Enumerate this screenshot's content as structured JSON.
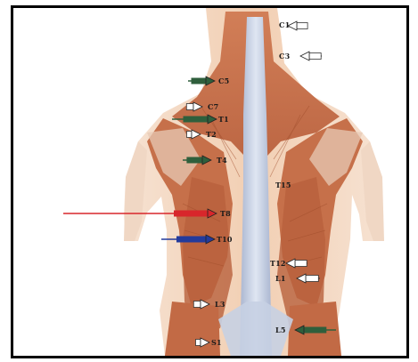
{
  "figure": {
    "subject": "posterior torso muscles with spinal level pointers",
    "colors": {
      "skin": "#f3d2b8",
      "muscle": "#c9714c",
      "muscle_dark": "#a2512f",
      "spine": "#b7c2da",
      "frame": "#000000",
      "needle_green": "#2f5f3c",
      "needle_red": "#d8262b",
      "needle_blue": "#233a9b",
      "needle_white": "#ffffff"
    }
  },
  "markers": [
    {
      "id": "c1",
      "label": "C1",
      "color": "white",
      "direction": "right"
    },
    {
      "id": "c3",
      "label": "C3",
      "color": "white",
      "direction": "right"
    },
    {
      "id": "c5",
      "label": "C5",
      "color": "green",
      "direction": "left"
    },
    {
      "id": "c7",
      "label": "C7",
      "color": "white",
      "direction": "left"
    },
    {
      "id": "t1",
      "label": "T1",
      "color": "green",
      "direction": "left"
    },
    {
      "id": "t2",
      "label": "T2",
      "color": "white",
      "direction": "left"
    },
    {
      "id": "t4",
      "label": "T4",
      "color": "green",
      "direction": "left"
    },
    {
      "id": "t8",
      "label": "T8",
      "color": "red",
      "direction": "left"
    },
    {
      "id": "t10",
      "label": "T10",
      "color": "blue",
      "direction": "left"
    },
    {
      "id": "t12",
      "label": "T12",
      "color": "white",
      "direction": "right"
    },
    {
      "id": "l1",
      "label": "L1",
      "color": "white",
      "direction": "right"
    },
    {
      "id": "l3",
      "label": "L3",
      "color": "white",
      "direction": "left"
    },
    {
      "id": "l5",
      "label": "L5",
      "color": "green",
      "direction": "right"
    },
    {
      "id": "s1",
      "label": "S1",
      "color": "white",
      "direction": "left"
    },
    {
      "id": "t15",
      "label": "T15",
      "color": "none",
      "direction": "none"
    }
  ]
}
